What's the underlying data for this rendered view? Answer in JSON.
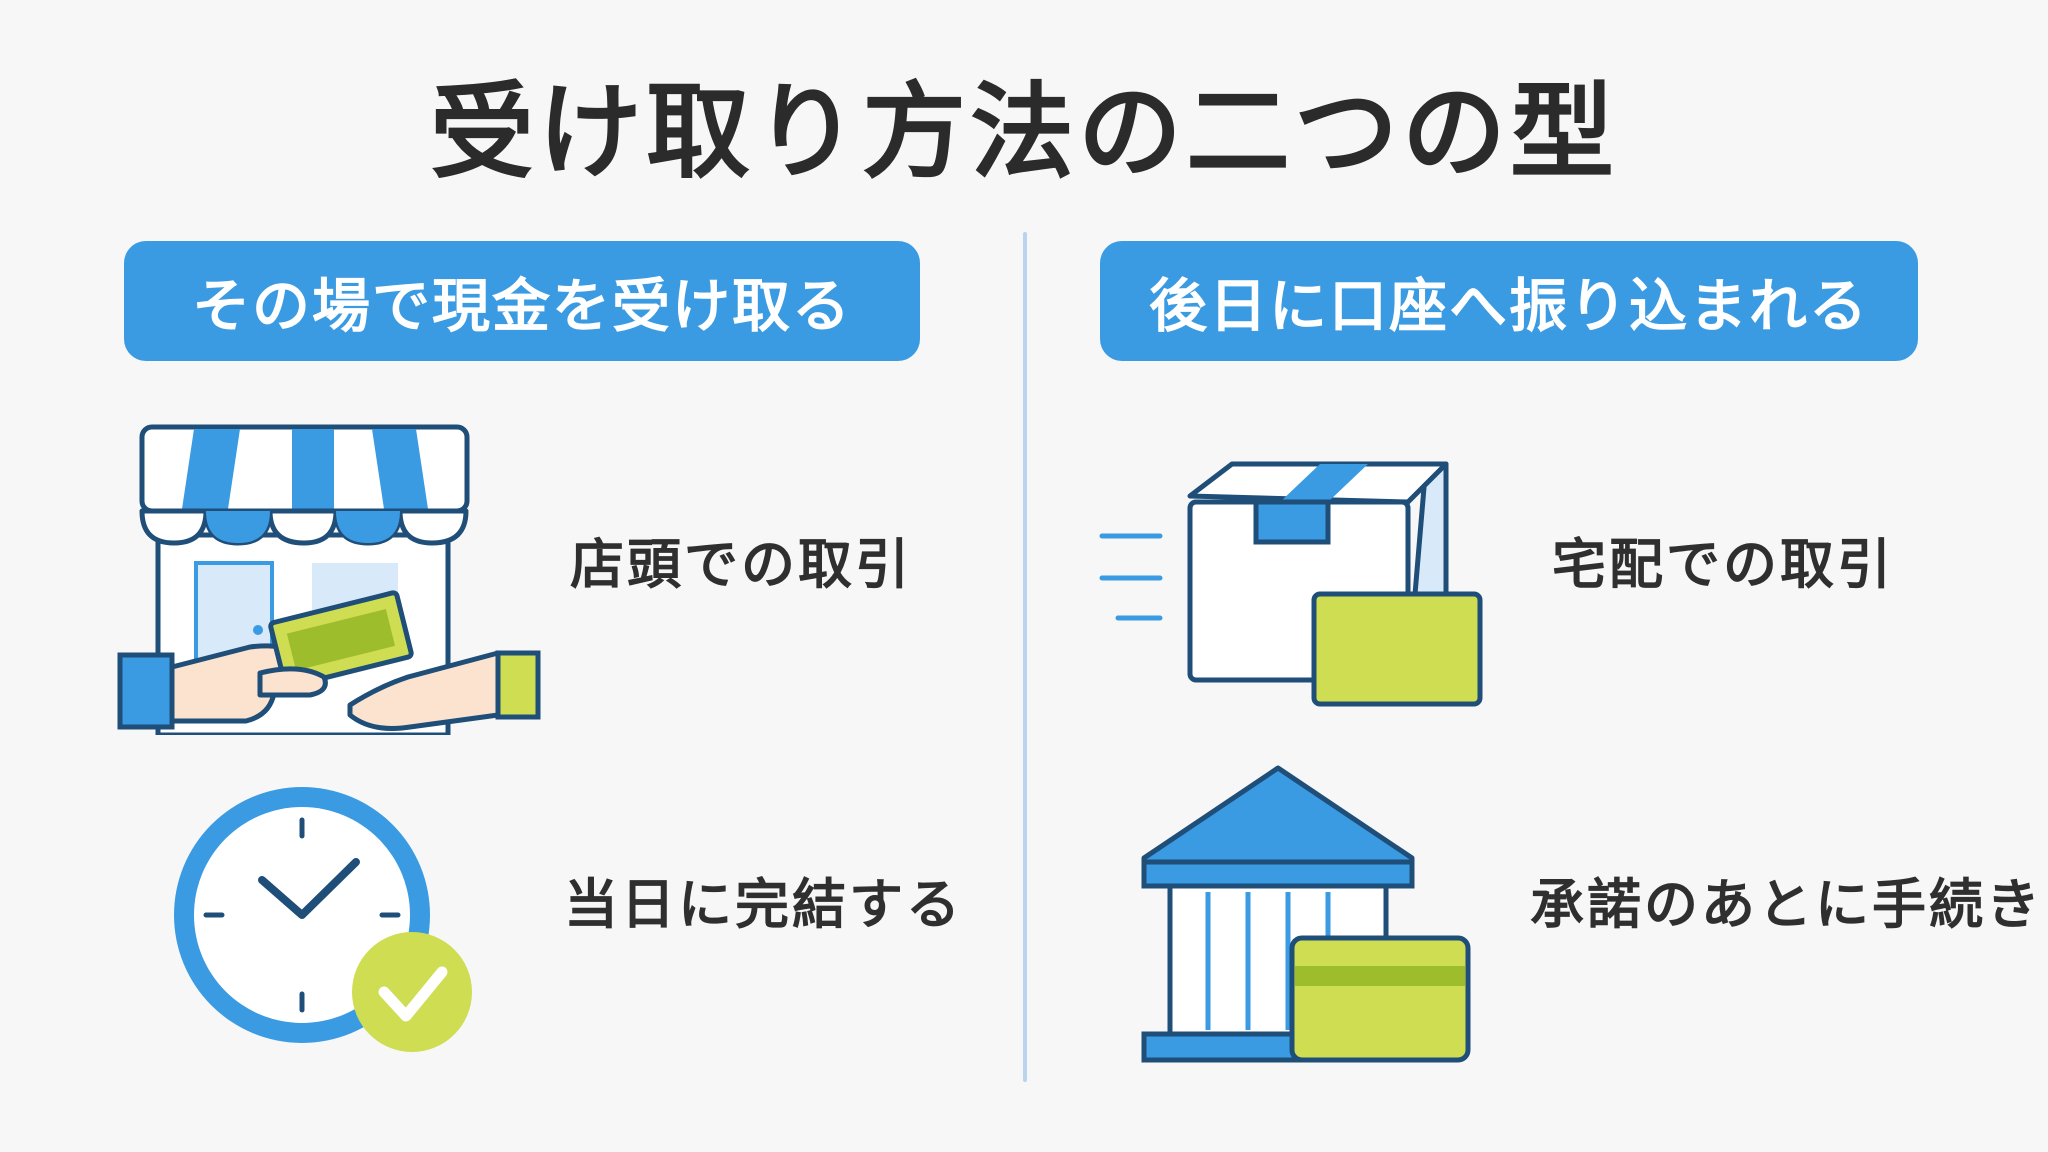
{
  "title": "受け取り方法の二つの型",
  "colors": {
    "accent_blue": "#3a9be3",
    "dark_blue": "#2a7cc7",
    "outline": "#1f4e79",
    "lime": "#cfdd52",
    "lime_dark": "#9ebd2c",
    "skin": "#fbe3cf",
    "light_blue_fill": "#d8eaf9",
    "divider": "#b9d4ec"
  },
  "left": {
    "heading": "その場で現金を受け取る",
    "items": [
      {
        "label": "店頭での取引",
        "icon": "storefront-cash-handoff-icon"
      },
      {
        "label": "当日に完結する",
        "icon": "clock-checkmark-icon"
      }
    ]
  },
  "right": {
    "heading": "後日に口座へ振り込まれる",
    "items": [
      {
        "label": "宅配での取引",
        "icon": "shipping-box-icon"
      },
      {
        "label": "承諾のあとに手続き",
        "icon": "bank-card-icon"
      }
    ]
  }
}
